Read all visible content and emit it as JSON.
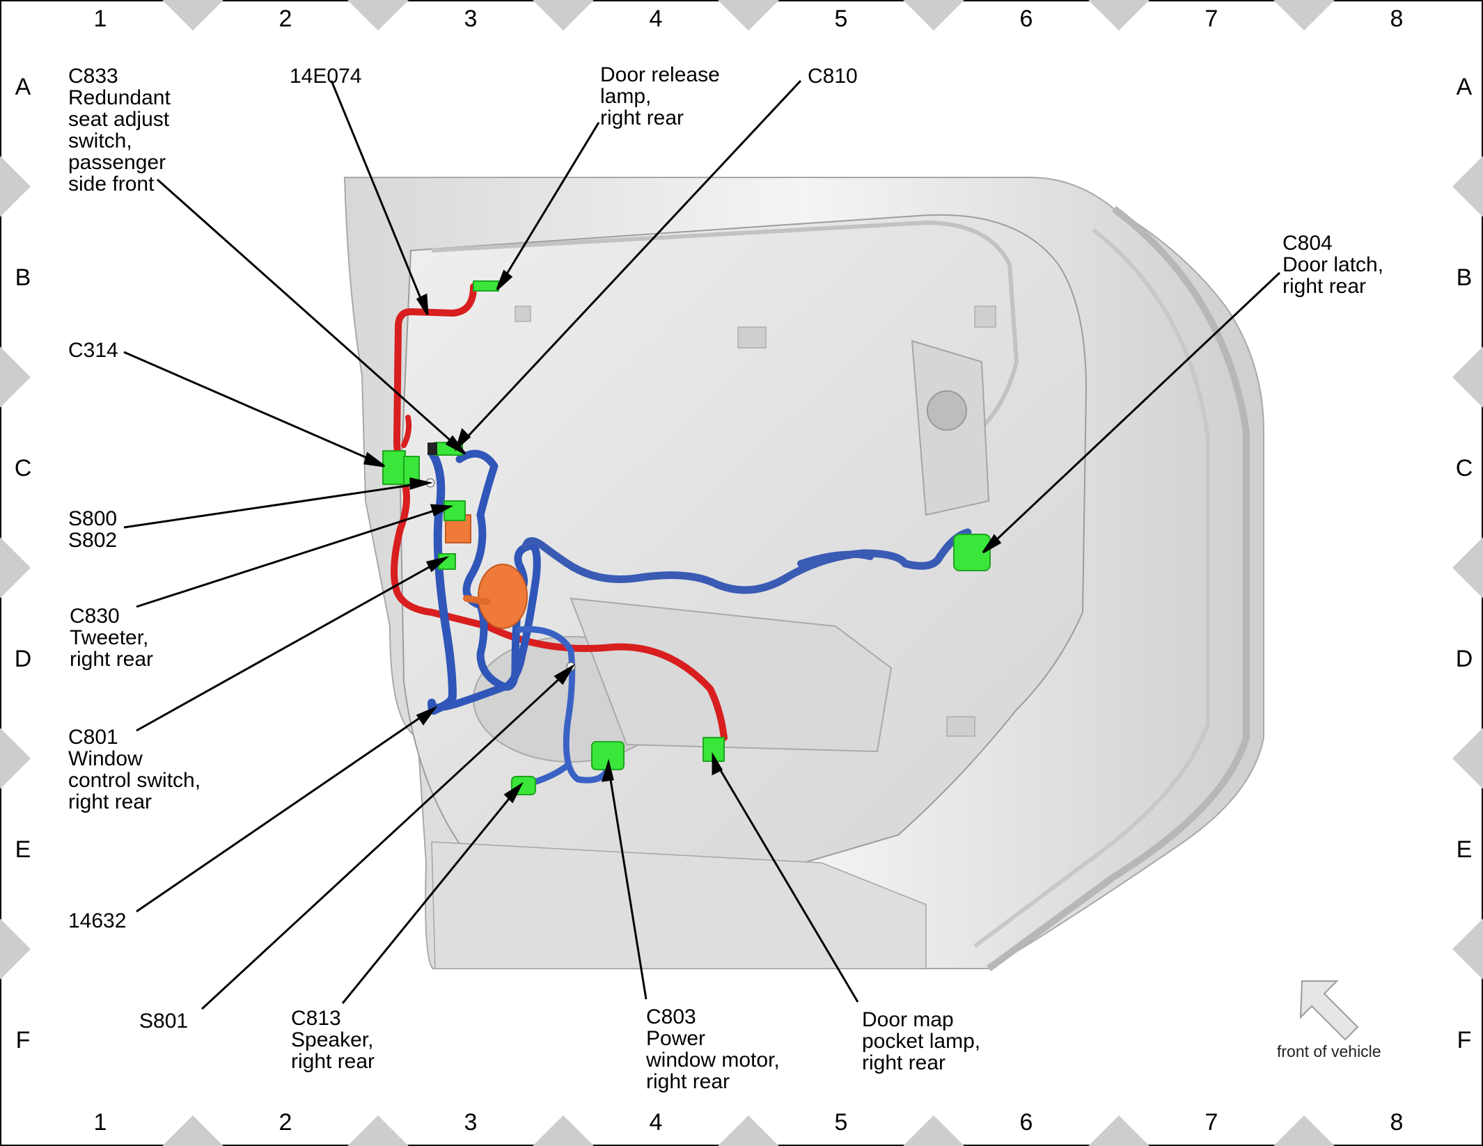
{
  "grid": {
    "columns": [
      "1",
      "2",
      "3",
      "4",
      "5",
      "6",
      "7",
      "8"
    ],
    "rows": [
      "A",
      "B",
      "C",
      "D",
      "E",
      "F"
    ]
  },
  "callouts": {
    "c833": [
      "C833",
      "Redundant",
      "seat adjust",
      "switch,",
      "passenger",
      "side front"
    ],
    "e14074": [
      "14E074"
    ],
    "door_release": [
      "Door release",
      "lamp,",
      "right rear"
    ],
    "c810": [
      "C810"
    ],
    "c804": [
      "C804",
      "Door latch,",
      "right rear"
    ],
    "c314": [
      "C314"
    ],
    "s800": [
      "S800",
      "S802"
    ],
    "c830": [
      "C830",
      "Tweeter,",
      "right rear"
    ],
    "c801": [
      "C801",
      "Window",
      "control switch,",
      "right rear"
    ],
    "n14632": [
      "14632"
    ],
    "s801": [
      "S801"
    ],
    "c813": [
      "C813",
      "Speaker,",
      "right rear"
    ],
    "c803": [
      "C803",
      "Power",
      "window motor,",
      "right rear"
    ],
    "map_lamp": [
      "Door map",
      "pocket lamp,",
      "right rear"
    ]
  },
  "orientation": {
    "label": "front of vehicle",
    "icon": "arrow-up-left-icon"
  },
  "colors": {
    "power_wire": "#d81e1e",
    "signal_harness": "#2f56b8",
    "connector": "#39e639",
    "speaker": "#f07a3a",
    "door_panel": "#e4e4e4",
    "frame_diamond": "#cdcdcd"
  }
}
